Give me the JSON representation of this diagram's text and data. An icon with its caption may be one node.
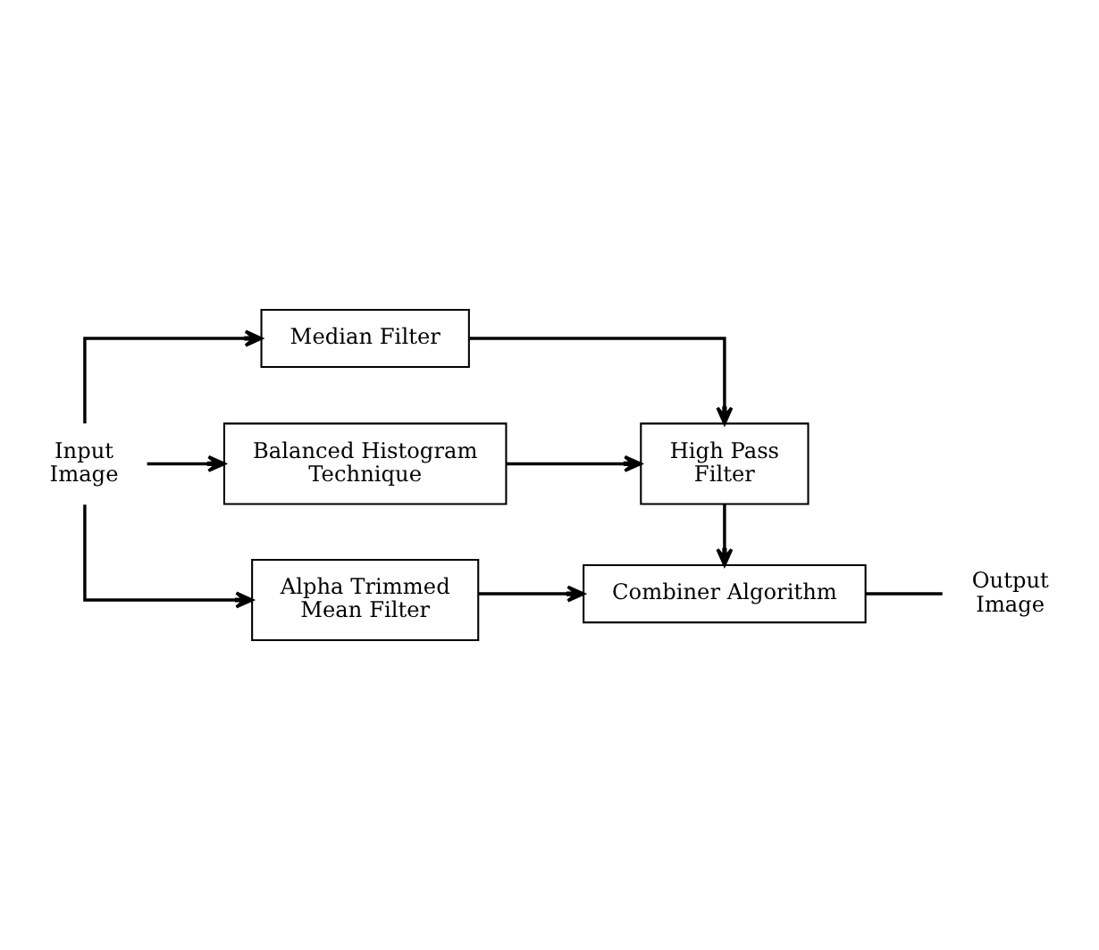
{
  "diagram": {
    "nodes": [
      {
        "text": [
          "Input Image"
        ]
      },
      {
        "text": [
          "Alpha Trimmed Mean Filter"
        ]
      },
      {
        "text": [
          "Combiner Algorithm"
        ]
      },
      {
        "text": [
          "Output Image"
        ]
      },
      {
        "text": [
          "Median Filter"
        ]
      },
      {
        "text": [
          "High Pass Filter"
        ]
      },
      {
        "text": [
          "Balanced Histogram Technique"
        ]
      }
    ],
    "edges": [
      {
        "from": 0,
        "to": 1,
        "arrow": "to"
      },
      {
        "from": 0,
        "to": 4,
        "arrow": "to"
      },
      {
        "from": 0,
        "to": 6,
        "arrow": "to"
      },
      {
        "from": 1,
        "to": 2,
        "arrow": "to"
      },
      {
        "from": 4,
        "to": 5,
        "arrow": "to"
      },
      {
        "from": 6,
        "to": 5,
        "arrow": "to"
      },
      {
        "from": 5,
        "to": 2,
        "arrow": "to"
      },
      {
        "from": 2,
        "to": 3,
        "arrow": "none"
      }
    ]
  }
}
